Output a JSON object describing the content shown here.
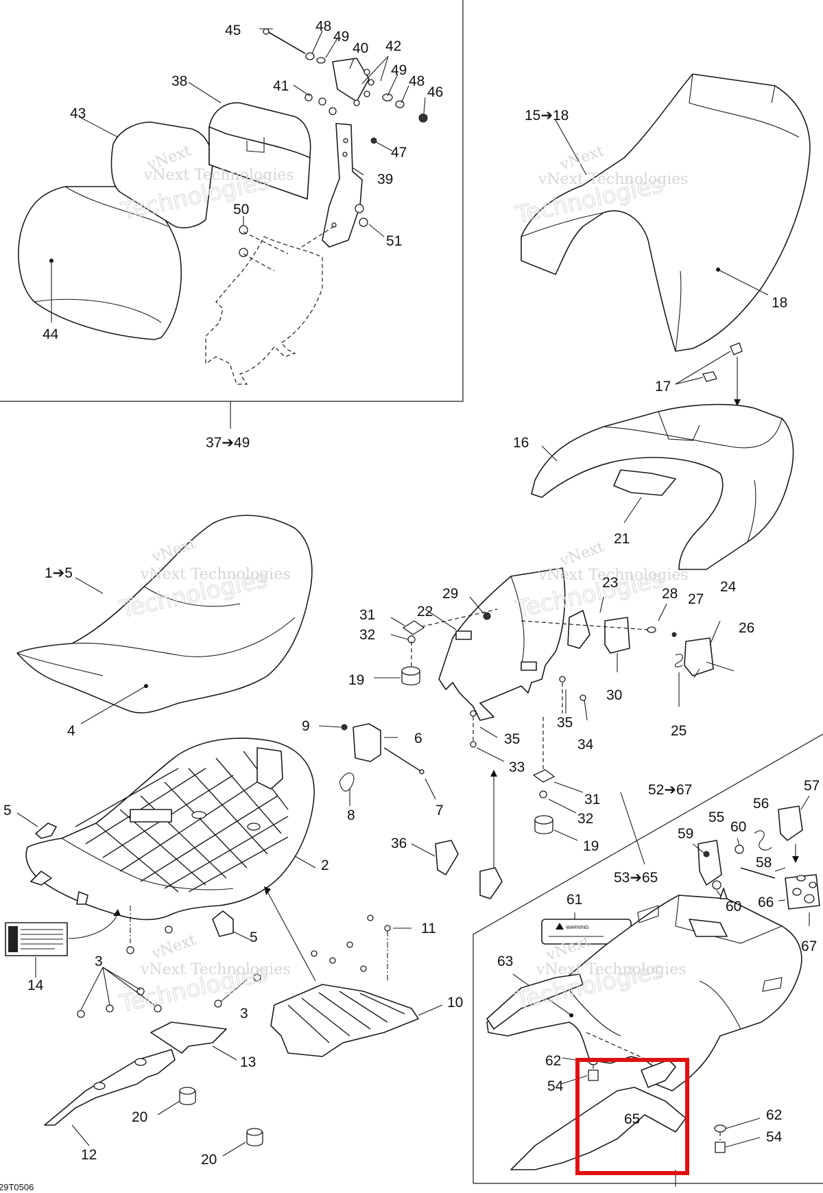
{
  "figure_code": "29T0506",
  "watermark": {
    "line1": "vNext",
    "line2": "vNext Technologies",
    "line3": "Technologies"
  },
  "warning_label_text": "WARNING",
  "callouts": {
    "c45": "45",
    "c48a": "48",
    "c49a": "49",
    "c40": "40",
    "c42": "42",
    "c49b": "49",
    "c48b": "48",
    "c46": "46",
    "c38": "38",
    "c41": "41",
    "c43": "43",
    "c47": "47",
    "c39": "39",
    "c50": "50",
    "c51": "51",
    "c44": "44",
    "c37_49": "37➔49",
    "c15_18": "15➔18",
    "c18": "18",
    "c17": "17",
    "c16": "16",
    "c21": "21",
    "c1_5": "1➔5",
    "c4": "4",
    "c29": "29",
    "c22": "22",
    "c23": "23",
    "c28": "28",
    "c27": "27",
    "c24": "24",
    "c26": "26",
    "c31a": "31",
    "c32a": "32",
    "c19a": "19",
    "c30": "30",
    "c35a": "35",
    "c34": "34",
    "c25": "25",
    "c35b": "35",
    "c33": "33",
    "c9": "9",
    "c6": "6",
    "c8": "8",
    "c7": "7",
    "c5a": "5",
    "c2": "2",
    "c31b": "31",
    "c32b": "32",
    "c19b": "19",
    "c36": "36",
    "c52_67": "52➔67",
    "c57": "57",
    "c56": "56",
    "c55": "55",
    "c60a": "60",
    "c59": "59",
    "c58": "58",
    "c53_65": "53➔65",
    "c66": "66",
    "c60b": "60",
    "c67": "67",
    "c61": "61",
    "c14": "14",
    "c3a": "3",
    "c5b": "5",
    "c11": "11",
    "c3b": "3",
    "c10": "10",
    "c13": "13",
    "c20a": "20",
    "c12": "12",
    "c20b": "20",
    "c63": "63",
    "c62a": "62",
    "c54a": "54",
    "c65": "65",
    "c62b": "62",
    "c54b": "54"
  },
  "colors": {
    "line": "#1a1a1a",
    "highlight": "#e01010",
    "watermark": "#d6d6d6",
    "background": "#ffffff"
  }
}
